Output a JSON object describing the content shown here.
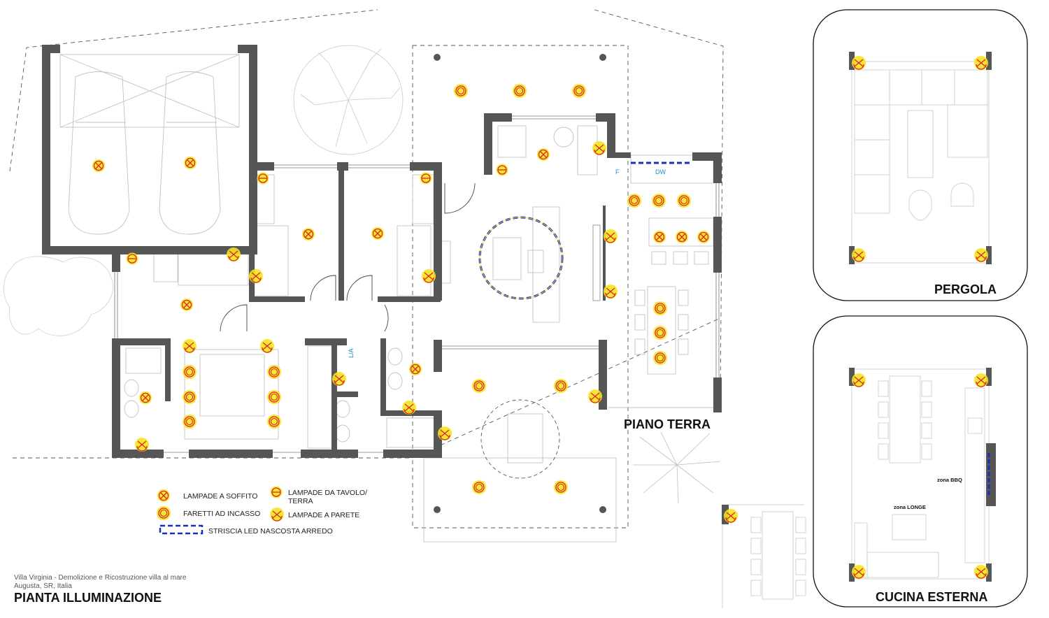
{
  "project": {
    "line1": "Villa Virginia - Demolizione e Ricostruzione villa al mare",
    "line2": "Augusta, SR, Italia",
    "title": "PIANTA ILLUMINAZIONE"
  },
  "labels": {
    "piano_terra": "PIANO TERRA",
    "pergola": "PERGOLA",
    "cucina_esterna": "CUCINA ESTERNA",
    "zona_bbq": "zona BBQ",
    "zona_longe": "zona LONGE",
    "fridge": "F",
    "dishwasher": "DW",
    "laundry": "L/A"
  },
  "legend": {
    "ceiling": "LAMPADE A SOFFITO",
    "table_1": "LAMPADE DA TAVOLO/",
    "table_2": "TERRA",
    "recessed": "FARETTI AD INCASSO",
    "wall": "LAMPADE A PARETE",
    "led": "STRISCIA LED NASCOSTA ARREDO"
  },
  "colors": {
    "wall": "#555555",
    "fixture": "#d9262b",
    "glow": "#f7e41c",
    "led": "#1b2fbf",
    "line": "#bdbdbd"
  }
}
